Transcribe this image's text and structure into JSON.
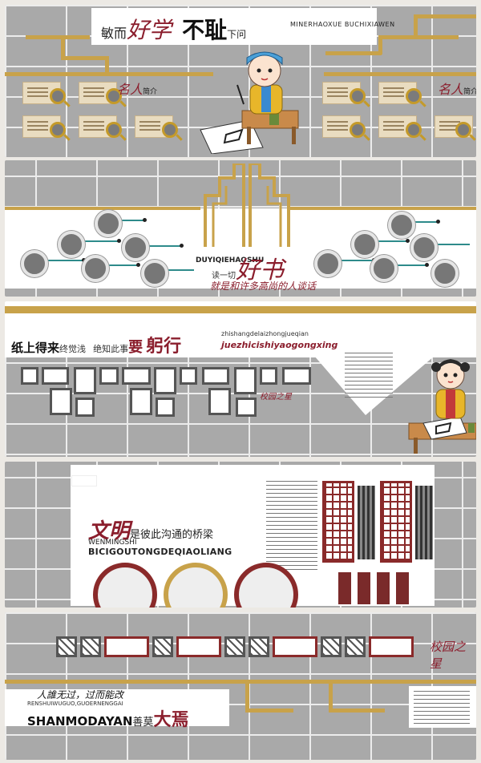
{
  "panel1": {
    "title_a": "敏而",
    "title_b": "好学",
    "title_c": "不耻",
    "title_d": "下问",
    "pinyin": "MINERHAOXUE BUCHIXIAWEN",
    "label_left_a": "名人",
    "label_left_b": "简介",
    "label_right_a": "名人",
    "label_right_b": "简介"
  },
  "panel2": {
    "pinyin": "DUYIQIEHAOSHU",
    "title_a": "读一切",
    "title_b": "好书",
    "subtitle": "就是和许多高尚的人谈话"
  },
  "panel3": {
    "title_a": "纸上得来",
    "title_b": "终觉浅",
    "title_c": "绝知此事",
    "title_d": "要",
    "title_e": "躬行",
    "pinyin_a": "zhishangdelaizhongjueqian",
    "pinyin_b": "juezhicishiyaogongxing",
    "logo": "校园之星"
  },
  "panel4": {
    "title_a": "文明",
    "title_b": "是彼此沟通的桥梁",
    "pinyin_a": "WENMINGSHI",
    "pinyin_b": "BICIGOUTONGDEQIAOLIANG"
  },
  "panel5": {
    "logo": "校园之星",
    "title_top": "人誰无过，过而能改",
    "pinyin": "RENSHUIWUGUO,GUOERNENGGAI",
    "title_main": "SHANMODAYAN",
    "title_cn_a": "善莫",
    "title_cn_b": "大焉"
  }
}
